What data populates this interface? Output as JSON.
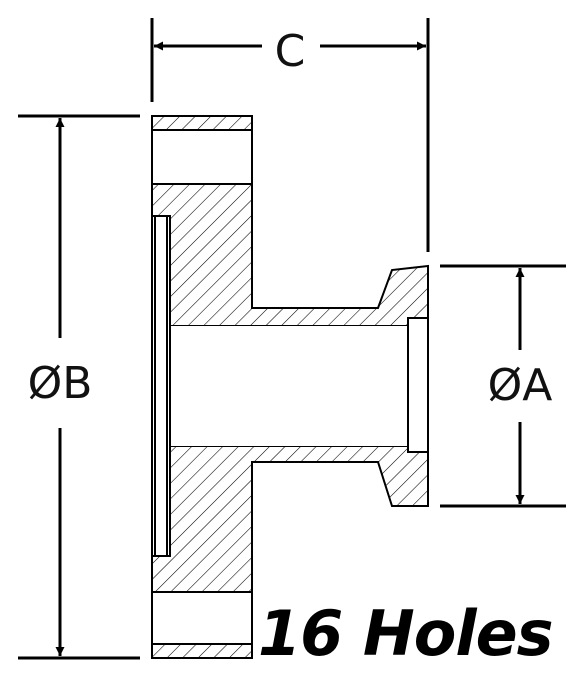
{
  "drawing": {
    "dimension_a_label": "ØA",
    "dimension_b_label": "ØB",
    "dimension_c_label": "C",
    "holes_label": "16 Holes"
  },
  "colors": {
    "line": "#000000",
    "hatch": "#000000",
    "background": "#ffffff"
  }
}
